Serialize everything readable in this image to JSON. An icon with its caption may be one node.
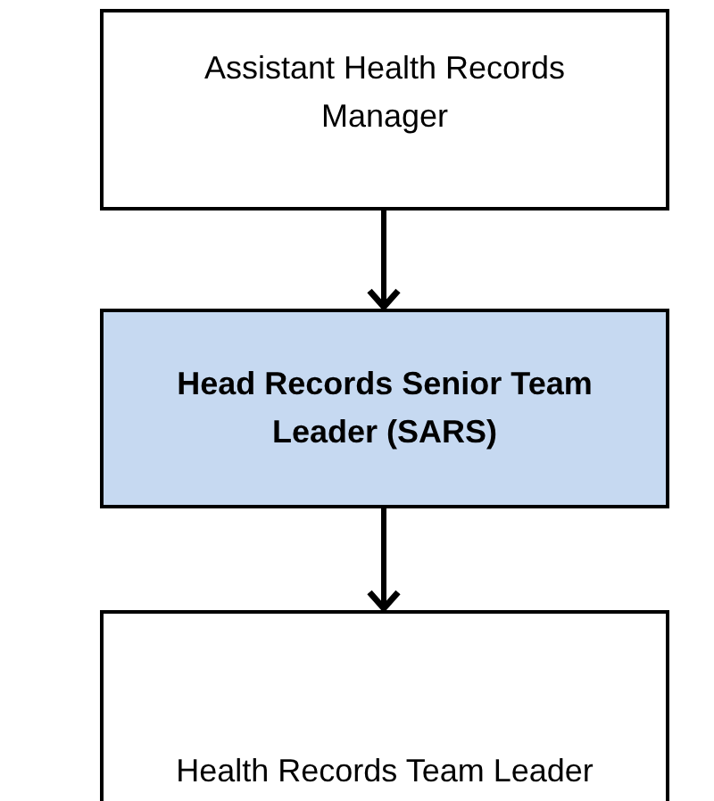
{
  "diagram": {
    "nodes": [
      {
        "text": [
          "Assistant Health Records Manager"
        ]
      },
      {
        "text": [
          "Head Records Senior Team Leader (SARS)"
        ]
      },
      {
        "text": [
          "Health Records Team Leader"
        ]
      }
    ],
    "edges": [
      {
        "from": 0,
        "to": 1,
        "arrow": "to"
      },
      {
        "from": 1,
        "to": 2,
        "arrow": "to"
      }
    ]
  }
}
